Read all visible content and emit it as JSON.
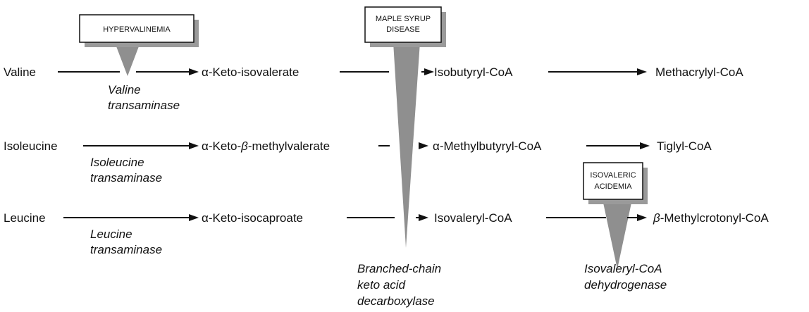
{
  "colors": {
    "block_wedge": "#8f8f8f",
    "box_shadow": "#9a9a9a",
    "line": "#111111"
  },
  "rows": {
    "valine": {
      "amino_acid": "Valine",
      "keto_acid_prefix": "α",
      "keto_acid": "-Keto-isovalerate",
      "acyl_coa": "Isobutyryl-CoA",
      "product": "Methacrylyl-CoA",
      "transaminase_line1": "Valine",
      "transaminase_line2": "transaminase"
    },
    "isoleucine": {
      "amino_acid": "Isoleucine",
      "keto_acid_prefix": "α",
      "keto_acid_mid": "-Keto-",
      "keto_acid_beta": "β",
      "keto_acid_suffix": "-methylvalerate",
      "acyl_coa_prefix": "α",
      "acyl_coa": "-Methylbutyryl-CoA",
      "product": "Tiglyl-CoA",
      "transaminase_line1": "Isoleucine",
      "transaminase_line2": "transaminase"
    },
    "leucine": {
      "amino_acid": "Leucine",
      "keto_acid_prefix": "α",
      "keto_acid": "-Keto-isocaproate",
      "acyl_coa": "Isovaleryl-CoA",
      "product_prefix": "β",
      "product": "-Methylcrotonyl-CoA",
      "transaminase_line1": "Leucine",
      "transaminase_line2": "transaminase"
    }
  },
  "enzymes": {
    "bckd": [
      "Branched-chain",
      "keto acid",
      "decarboxylase"
    ],
    "ivd": [
      "Isovaleryl-CoA",
      "dehydrogenase"
    ]
  },
  "disorders": {
    "hypervalinemia": [
      "HYPERVALINEMIA"
    ],
    "msud": [
      "MAPLE SYRUP",
      "DISEASE"
    ],
    "isovaleric": [
      "ISOVALERIC",
      "ACIDEMIA"
    ]
  }
}
